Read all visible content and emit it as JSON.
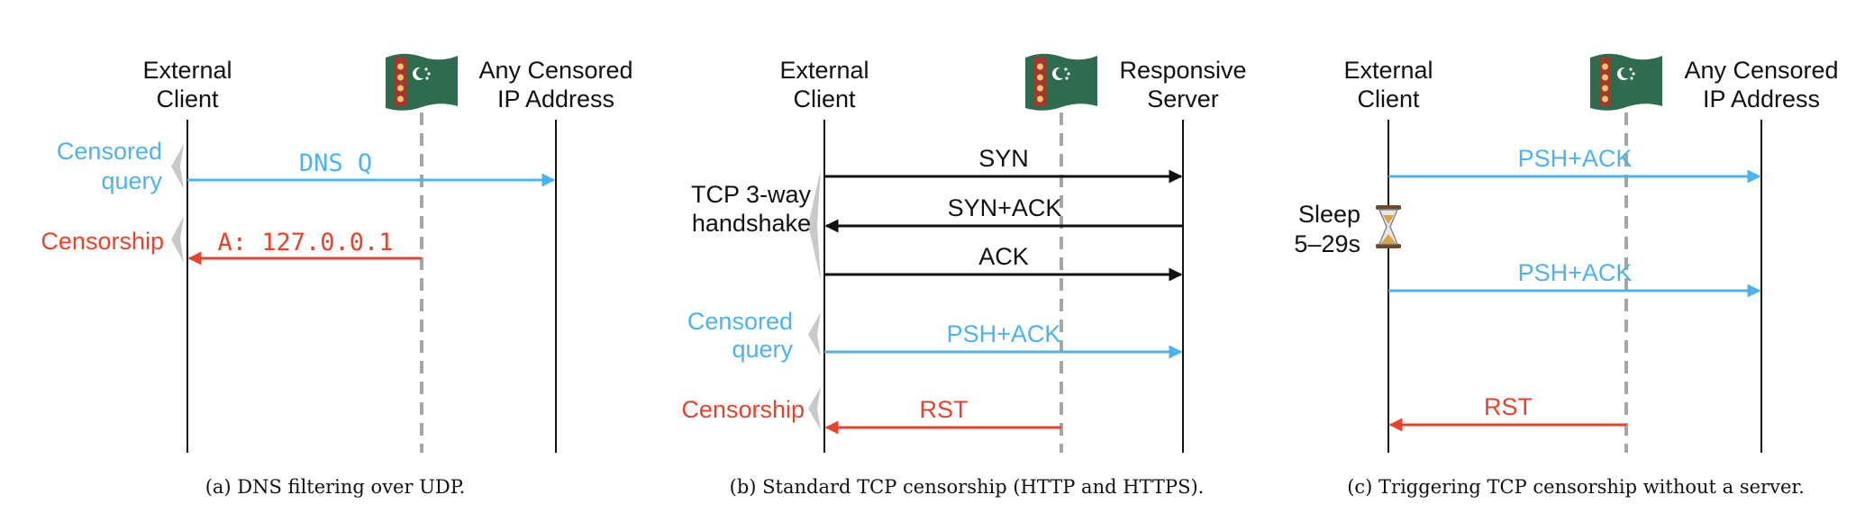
{
  "colors": {
    "blue": "#4db3ef",
    "red": "#e8432a",
    "black": "#111111",
    "gray": "#a6a6a6",
    "flag_green": "#2f6b4e",
    "flag_red": "#a3382f"
  },
  "panels": [
    {
      "left_label": [
        "External",
        "Client"
      ],
      "right_label": [
        "Any Censored",
        "IP Address"
      ],
      "caption": "(a)  DNS filtering over UDP.",
      "brackets": [
        {
          "lines": [
            "Censored",
            "query"
          ],
          "color": "blue"
        },
        {
          "lines": [
            "Censorship"
          ],
          "color": "red"
        }
      ],
      "messages": [
        {
          "label": "DNS Q",
          "color": "blue",
          "font": "mono",
          "dir": "right"
        },
        {
          "label": "A: 127.0.0.1",
          "color": "red",
          "font": "mono",
          "dir": "left"
        }
      ]
    },
    {
      "left_label": [
        "External",
        "Client"
      ],
      "right_label": [
        "Responsive",
        "Server"
      ],
      "caption": "(b)  Standard TCP censorship (HTTP and HTTPS).",
      "brackets": [
        {
          "lines": [
            "TCP 3-way",
            "handshake"
          ],
          "color": "black"
        },
        {
          "lines": [
            "Censored",
            "query"
          ],
          "color": "blue"
        },
        {
          "lines": [
            "Censorship"
          ],
          "color": "red"
        }
      ],
      "messages": [
        {
          "label": "SYN",
          "color": "black",
          "font": "sans",
          "dir": "right"
        },
        {
          "label": "SYN+ACK",
          "color": "black",
          "font": "sans",
          "dir": "left"
        },
        {
          "label": "ACK",
          "color": "black",
          "font": "sans",
          "dir": "right"
        },
        {
          "label": "PSH+ACK",
          "color": "blue",
          "font": "sans",
          "dir": "right"
        },
        {
          "label": "RST",
          "color": "red",
          "font": "sans",
          "dir": "left"
        }
      ]
    },
    {
      "left_label": [
        "External",
        "Client"
      ],
      "right_label": [
        "Any Censored",
        "IP Address"
      ],
      "caption": "(c)  Triggering TCP censorship without a server.",
      "sleep": {
        "lines": [
          "Sleep",
          "5–29s"
        ],
        "icon": "hourglass-icon"
      },
      "messages": [
        {
          "label": "PSH+ACK",
          "color": "blue",
          "font": "sans",
          "dir": "right"
        },
        {
          "label": "PSH+ACK",
          "color": "blue",
          "font": "sans",
          "dir": "right"
        },
        {
          "label": "RST",
          "color": "red",
          "font": "sans",
          "dir": "left"
        }
      ]
    }
  ]
}
